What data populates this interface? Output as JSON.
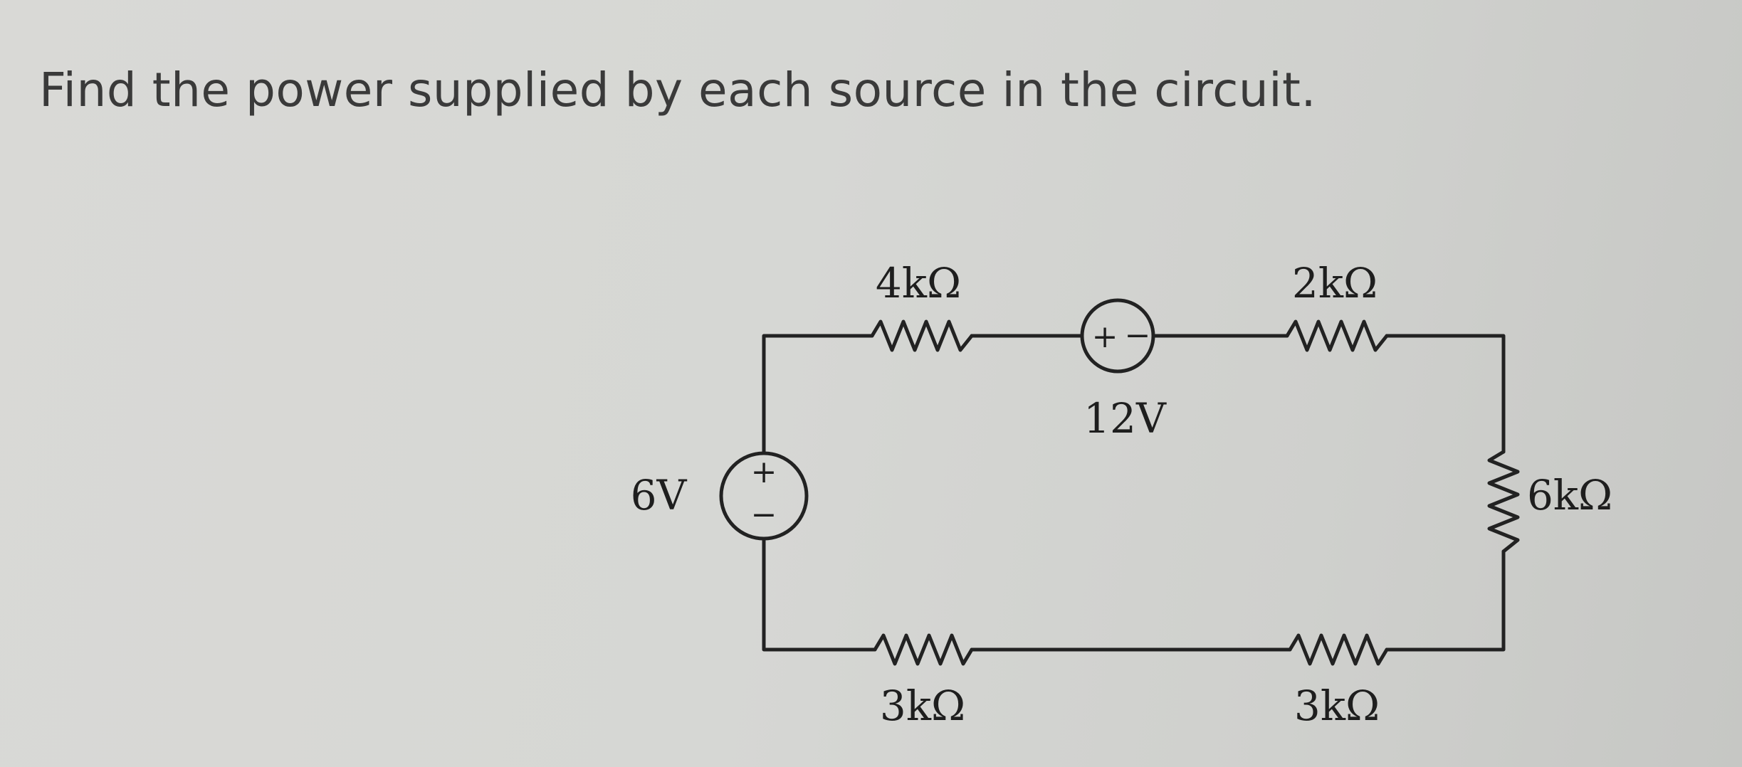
{
  "question": "Find the power supplied by each source in the circuit.",
  "circuit": {
    "sources": [
      {
        "id": "V1",
        "label": "6V",
        "positive_symbol": "+",
        "negative_symbol": "−"
      },
      {
        "id": "V2",
        "label": "12V",
        "positive_symbol": "+",
        "negative_symbol": "−"
      }
    ],
    "resistors": [
      {
        "id": "R_top_left",
        "label": "4kΩ"
      },
      {
        "id": "R_top_right",
        "label": "2kΩ"
      },
      {
        "id": "R_right",
        "label": "6kΩ"
      },
      {
        "id": "R_bottom_right",
        "label": "3kΩ"
      },
      {
        "id": "R_bottom_left",
        "label": "3kΩ"
      }
    ]
  }
}
